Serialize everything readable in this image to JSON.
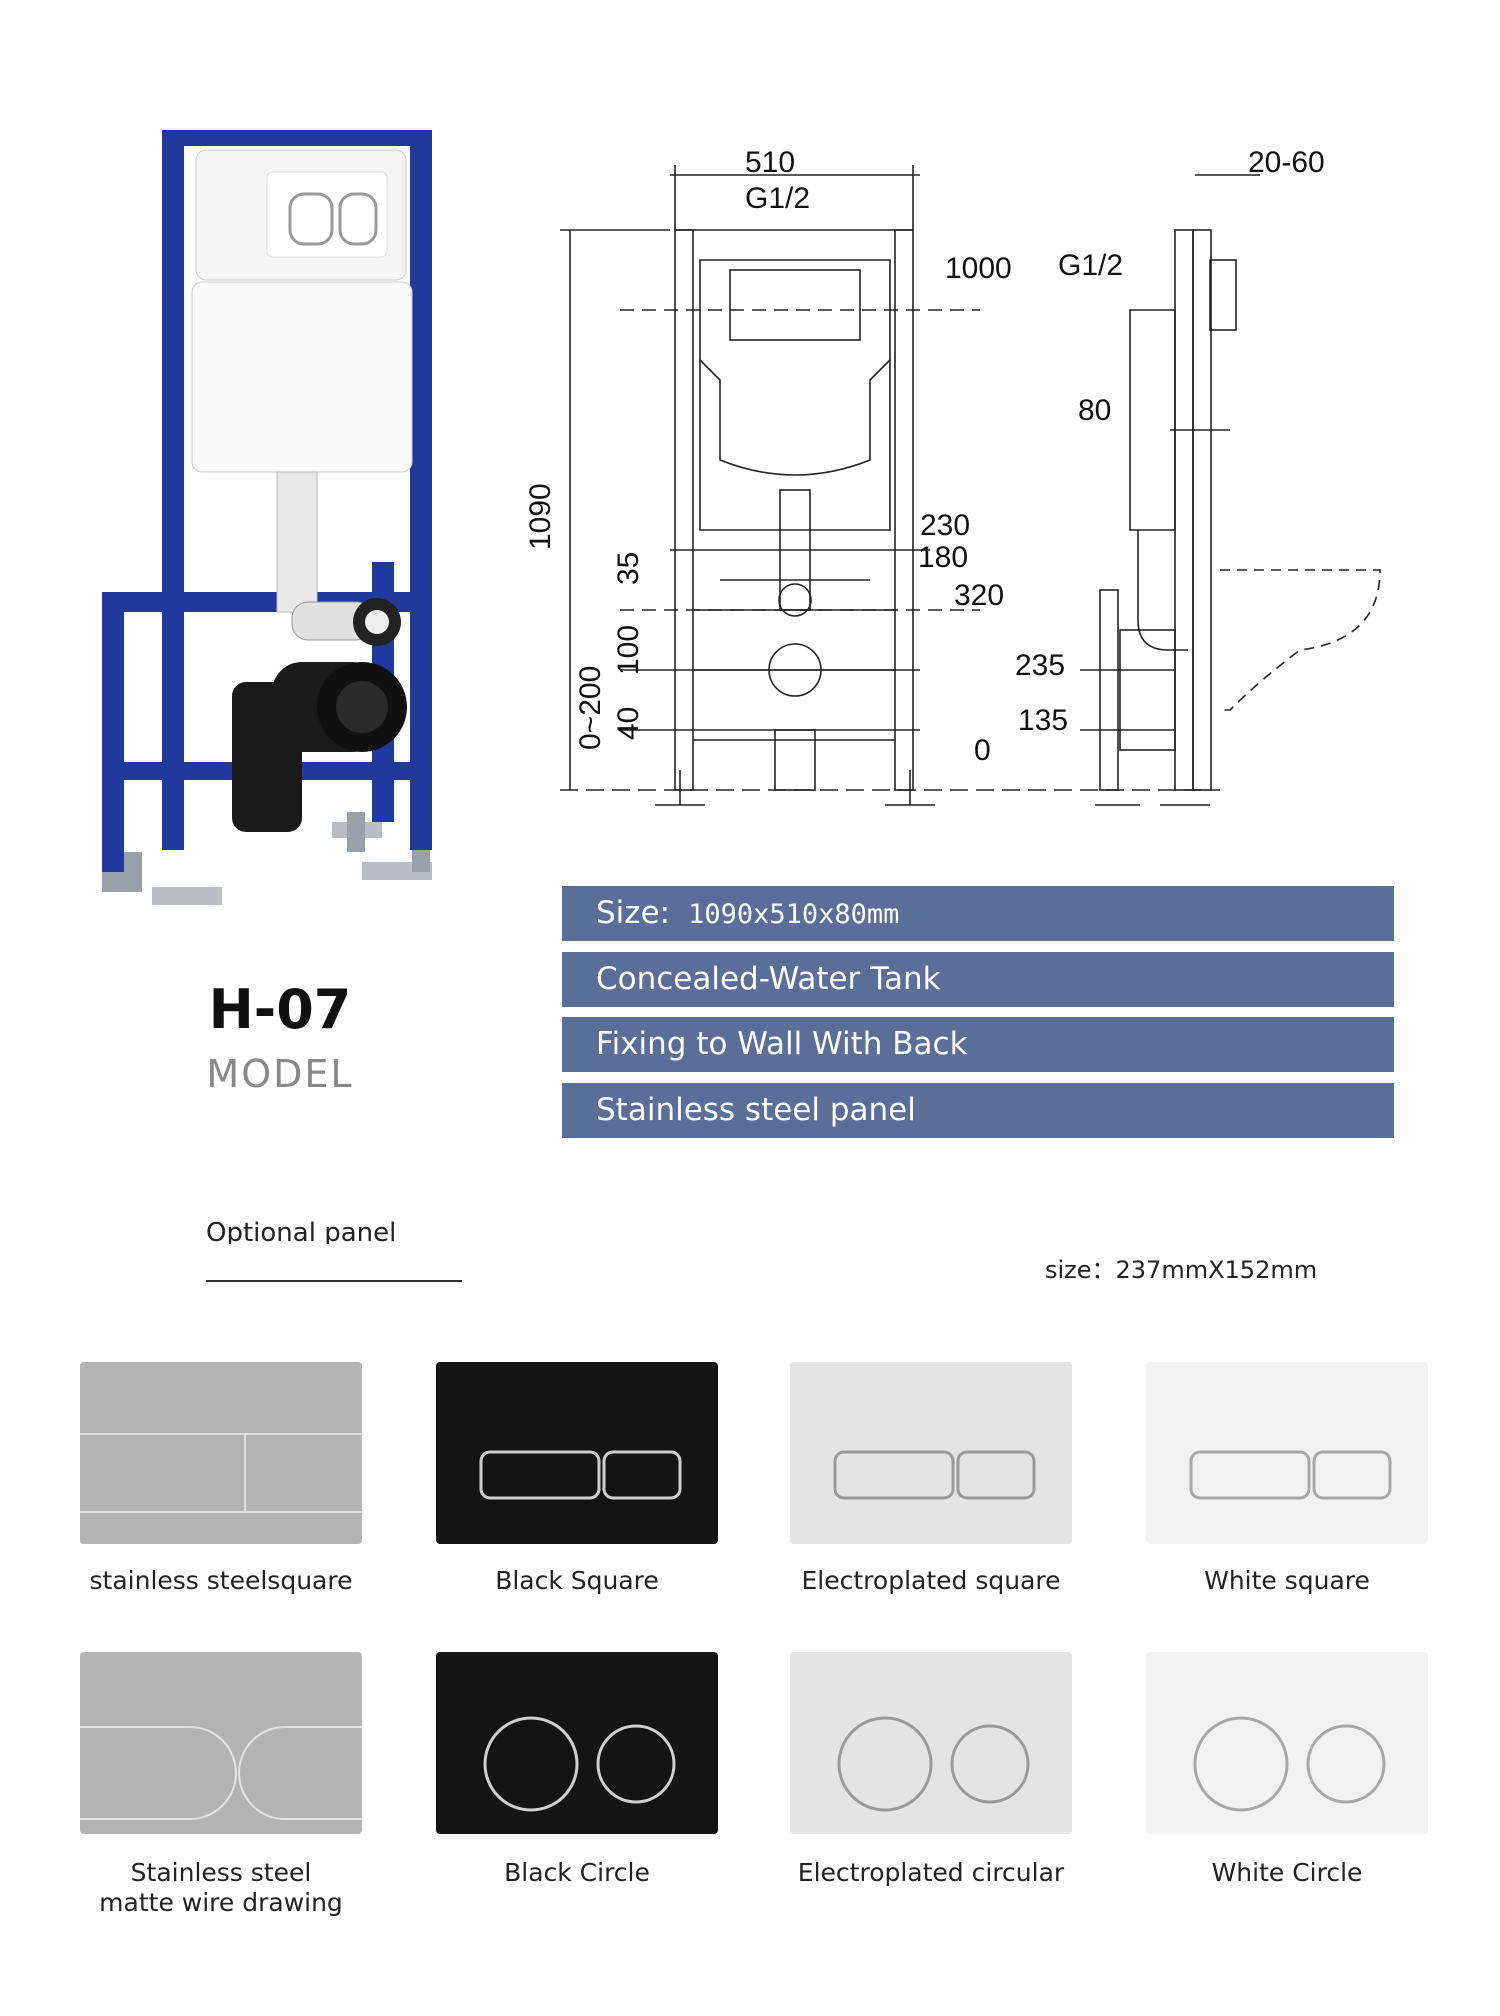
{
  "product": {
    "model_code": "H-07",
    "model_word": "MODEL"
  },
  "drawing": {
    "dims": {
      "width": "510",
      "depth": "20-60",
      "inlet_top": "G1/2",
      "inlet_side": "G1/2",
      "height_1000": "1000",
      "height_total": "1090",
      "dim_80": "80",
      "dim_230": "230",
      "dim_180": "180",
      "dim_320": "320",
      "dim_35": "35",
      "dim_100": "100",
      "dim_0_200": "0~200",
      "dim_40": "40",
      "dim_235": "235",
      "dim_135": "135",
      "dim_0": "0"
    }
  },
  "specs": [
    {
      "label": "Size:",
      "value": "1090x510x80mm"
    },
    {
      "label": "Concealed-Water Tank",
      "value": ""
    },
    {
      "label": "Fixing to Wall With Back",
      "value": ""
    },
    {
      "label": "Stainless steel panel",
      "value": ""
    }
  ],
  "optional": {
    "title": "Optional panel",
    "size_text": "size：237mmX152mm"
  },
  "panels": [
    {
      "caption": "stainless steelsquare",
      "style": "brushed",
      "shape": "square"
    },
    {
      "caption": "Black Square",
      "style": "black",
      "shape": "square"
    },
    {
      "caption": "Electroplated square",
      "style": "chrome",
      "shape": "square"
    },
    {
      "caption": "White square",
      "style": "white",
      "shape": "square"
    },
    {
      "caption": "Stainless steel\nmatte wire drawing",
      "style": "brushed",
      "shape": "oval"
    },
    {
      "caption": "Black Circle",
      "style": "black",
      "shape": "circle"
    },
    {
      "caption": "Electroplated circular",
      "style": "chrome",
      "shape": "circle"
    },
    {
      "caption": "White Circle",
      "style": "white",
      "shape": "circle"
    }
  ],
  "colors": {
    "frame_blue": "#1f3a9c",
    "spec_bar": "#5a6e99",
    "black_panel": "#141414",
    "brushed_panel": "#b4b4b4",
    "chrome_panel": "#e4e4e4",
    "white_panel": "#f2f2f2"
  }
}
